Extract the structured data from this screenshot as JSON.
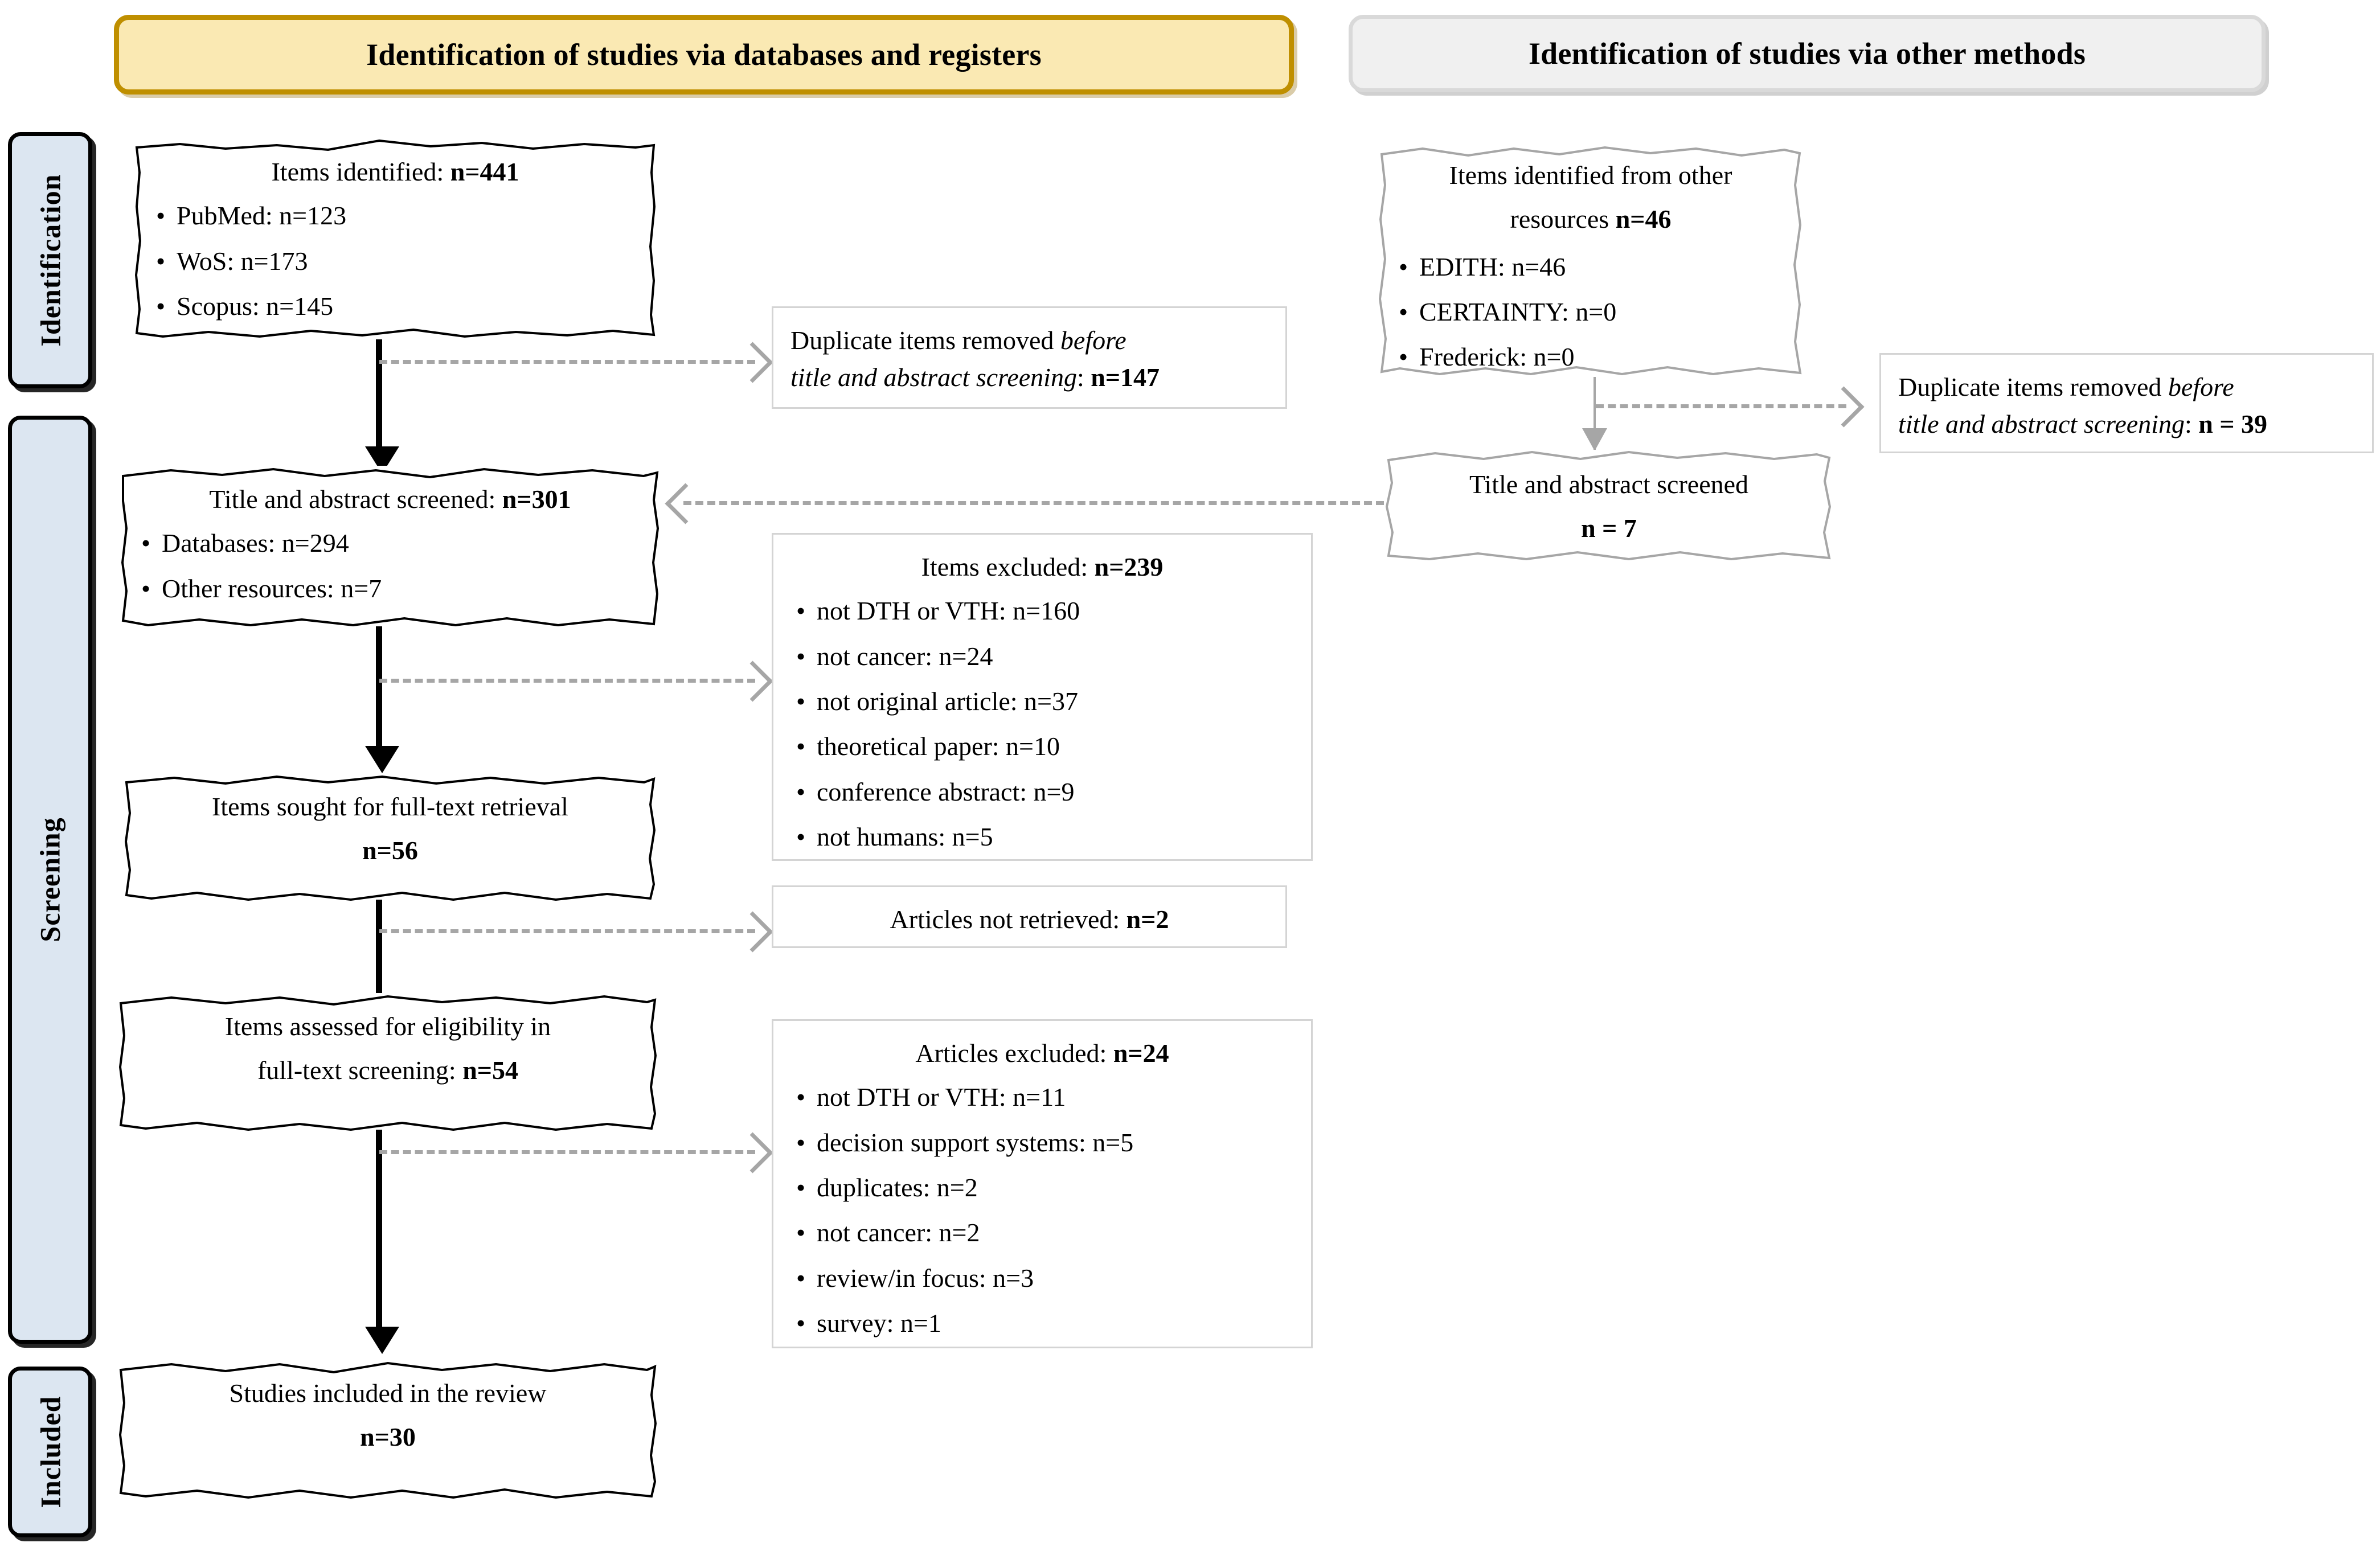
{
  "diagram": {
    "type": "prisma-flow-diagram",
    "headers": {
      "left": "Identification of studies via databases and registers",
      "right": "Identification of studies via other methods"
    },
    "stages": [
      {
        "label": "Identification"
      },
      {
        "label": "Screening"
      },
      {
        "label": "Included"
      }
    ],
    "colors": {
      "left_banner_fill": "#fae9b3",
      "left_banner_border": "#bf8f00",
      "right_banner_fill": "#f0f0f0",
      "right_banner_border": "#d9d9d9",
      "stage_fill": "#dce6f1",
      "stage_border": "#000000",
      "connector_solid": "#000000",
      "connector_dashed": "#a6a6a6"
    },
    "left_column": {
      "identified": {
        "title_text": "Items identified: ",
        "title_value": "n=441",
        "items": [
          {
            "bullet": "•",
            "label": "PubMed: n=123"
          },
          {
            "bullet": "•",
            "label": "WoS: n=173"
          },
          {
            "bullet": "•",
            "label": "Scopus: n=145"
          }
        ]
      },
      "duplicates_removed": {
        "line1_plain": "Duplicate items removed ",
        "line1_italic": "before",
        "line2_italic": "title and abstract screening",
        "line2_plain": ": ",
        "line2_value": "n=147"
      },
      "screened": {
        "title_text": "Title and abstract screened: ",
        "title_value": "n=301",
        "items": [
          {
            "bullet": "•",
            "label": "Databases: n=294"
          },
          {
            "bullet": "•",
            "label": "Other resources: n=7"
          }
        ]
      },
      "items_excluded": {
        "title_text": "Items excluded: ",
        "title_value": "n=239",
        "items": [
          {
            "bullet": "•",
            "label": "not DTH or VTH: n=160"
          },
          {
            "bullet": "•",
            "label": "not cancer: n=24"
          },
          {
            "bullet": "•",
            "label": "not original article: n=37"
          },
          {
            "bullet": "•",
            "label": "theoretical paper: n=10"
          },
          {
            "bullet": "•",
            "label": "conference abstract: n=9"
          },
          {
            "bullet": "•",
            "label": "not humans: n=5"
          }
        ]
      },
      "sought_fulltext": {
        "line1": "Items sought for full-text retrieval",
        "line2_value": "n=56"
      },
      "not_retrieved": {
        "text": "Articles not retrieved: ",
        "value": "n=2"
      },
      "eligibility": {
        "line1": "Items assessed for eligibility in",
        "line2_text": "full-text screening: ",
        "line2_value": "n=54"
      },
      "articles_excluded": {
        "title_text": "Articles excluded: ",
        "title_value": "n=24",
        "items": [
          {
            "bullet": "•",
            "label": "not DTH or VTH: n=11"
          },
          {
            "bullet": "•",
            "label": "decision support systems: n=5"
          },
          {
            "bullet": "•",
            "label": "duplicates: n=2"
          },
          {
            "bullet": "•",
            "label": "not cancer: n=2"
          },
          {
            "bullet": "•",
            "label": "review/in focus: n=3"
          },
          {
            "bullet": "•",
            "label": "survey: n=1"
          }
        ]
      },
      "included": {
        "line1": "Studies included in the review",
        "line2_value": "n=30"
      }
    },
    "right_column": {
      "identified_other": {
        "title_line1": "Items identified from other",
        "title_line2_text": "resources ",
        "title_line2_value": "n=46",
        "items": [
          {
            "bullet": "•",
            "label": "EDITH: n=46"
          },
          {
            "bullet": "•",
            "label": "CERTAINTY: n=0"
          },
          {
            "bullet": "•",
            "label": "Frederick: n=0"
          }
        ]
      },
      "duplicates_removed": {
        "line1_plain": "Duplicate items removed ",
        "line1_italic": "before",
        "line2_italic": "title and abstract screening",
        "line2_plain": ": ",
        "line2_value": "n = 39"
      },
      "screened": {
        "line1": "Title and abstract screened",
        "line2_value": "n = 7"
      }
    }
  }
}
